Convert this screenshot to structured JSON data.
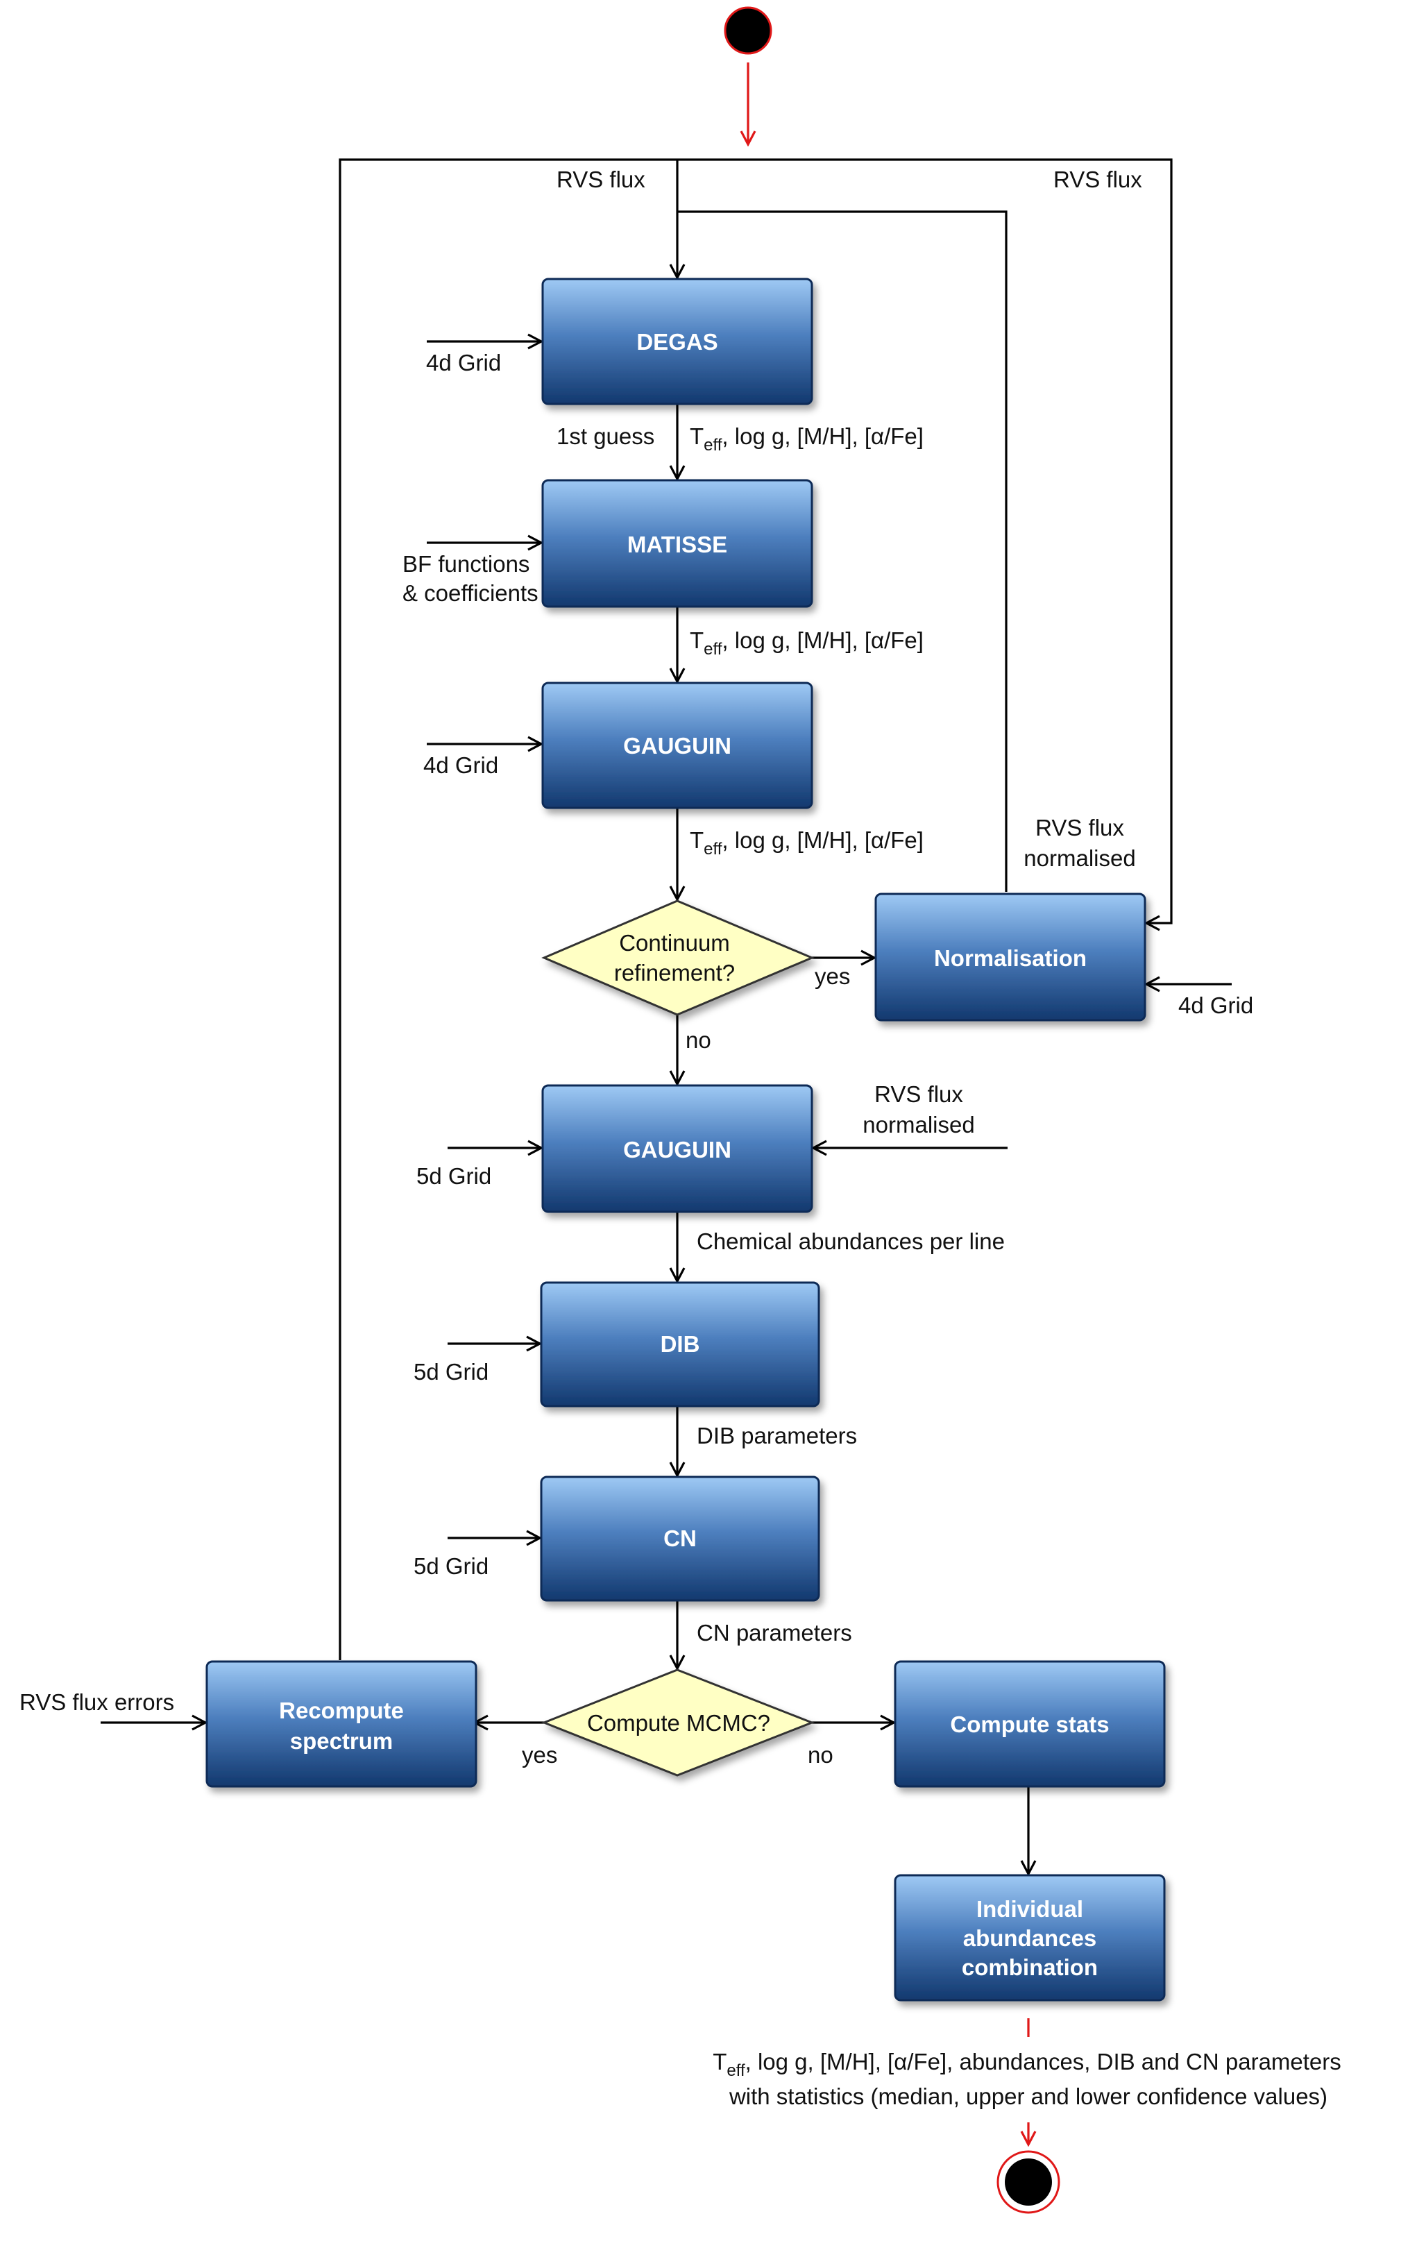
{
  "processes": {
    "degas": "DEGAS",
    "matisse": "MATISSE",
    "gauguin_1": "GAUGUIN",
    "normalisation": "Normalisation",
    "gauguin_2": "GAUGUIN",
    "dib": "DIB",
    "cn": "CN",
    "recompute": [
      "Recompute",
      "spectrum"
    ],
    "compute_stats": "Compute stats",
    "individual": [
      "Individual",
      "abundances",
      "combination"
    ]
  },
  "decisions": {
    "continuum": [
      "Continuum",
      "refinement?"
    ],
    "mcmc": "Compute MCMC?"
  },
  "inputs": {
    "degas": "4d Grid",
    "matisse": [
      "BF functions",
      "& coefficients"
    ],
    "gauguin_1": "4d Grid",
    "normalisation": "4d Grid",
    "gauguin_2": "5d Grid",
    "dib": "5d Grid",
    "cn": "5d Grid",
    "recompute": "RVS flux errors",
    "gauguin_2_flux": [
      "RVS flux",
      "normalised"
    ]
  },
  "flow_labels": {
    "rvs_flux_left": "RVS flux",
    "rvs_flux_right": "RVS flux",
    "first_guess": "1st guess",
    "teff_t": "T",
    "teff_sub": "eff",
    "params_rest": ", log g, [M/H], [α/Fe]",
    "rvs_flux_normalised": [
      "RVS flux",
      "normalised"
    ],
    "yes_continuum": "yes",
    "no_continuum": "no",
    "chem_abund": "Chemical abundances per line",
    "dib_params": "DIB parameters",
    "cn_params": "CN parameters",
    "yes_mcmc": "yes",
    "no_mcmc": "no",
    "final_rest": ", log g, [M/H], [α/Fe], abundances, DIB and CN parameters",
    "final_line2": "with statistics (median, upper and lower confidence values)"
  },
  "colors": {
    "box_top": "#9ec9f4",
    "box_bottom": "#12386e",
    "box_border": "#0e2a57",
    "decision_fill": "#ffffc4",
    "decision_border": "#333333",
    "start_stroke": "#e01818",
    "edge": "#000000",
    "edge_start_end": "#e01818"
  }
}
